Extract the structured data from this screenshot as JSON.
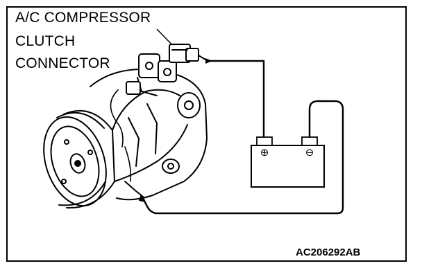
{
  "connector_label": {
    "line1": "A/C COMPRESSOR",
    "line2": "CLUTCH",
    "line3": "CONNECTOR"
  },
  "battery": {
    "positive_symbol": "⊕",
    "negative_symbol": "⊖"
  },
  "figure_code": "AC206292AB"
}
